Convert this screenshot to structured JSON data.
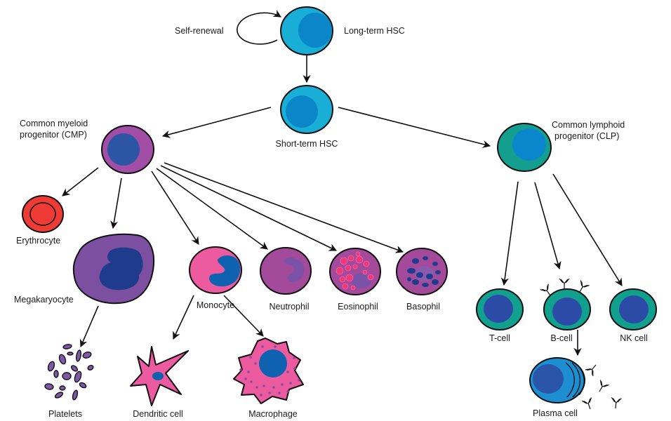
{
  "title": "Hematopoiesis lineage diagram",
  "colors": {
    "hsc_cyto": "#19aed6",
    "hsc_nuc": "#0b86c9",
    "cmp_cyto": "#a24ea7",
    "cmp_nuc": "#2c55a4",
    "clp_cyto": "#149e8e",
    "clp_nuc": "#0a86cc",
    "erythrocyte": "#ef3b35",
    "megakaryocyte_cyto": "#7d4fa0",
    "megakaryocyte_nuc": "#1f3b8c",
    "monocyte_cyto": "#ec5aa0",
    "monocyte_nuc": "#0e62b0",
    "granulocyte_cyto": "#a34a9b",
    "neutrophil_nuc": "#7a52a8",
    "eosinophil_granule": "#f0367c",
    "basophil_granule": "#1f3b8c",
    "lymphocyte_cyto": "#12a08e",
    "lymphocyte_nuc": "#2c4ba6",
    "plasma_cyto": "#1c8fd3",
    "plasma_nuc": "#2b55a8",
    "platelet": "#7d59a8",
    "dendritic": "#ec5aa0",
    "macrophage": "#ec5aa0",
    "macrophage_dot": "#8a4a98",
    "outline": "#111111"
  },
  "labels": {
    "self_renewal": "Self-renewal",
    "lt_hsc": "Long-term HSC",
    "st_hsc": "Short-term HSC",
    "cmp_line1": "Common myeloid",
    "cmp_line2": "progenitor (CMP)",
    "clp_line1": "Common lymphoid",
    "clp_line2": "progenitor (CLP)",
    "erythrocyte": "Erythrocyte",
    "megakaryocyte": "Megakaryocyte",
    "monocyte": "Monocyte",
    "neutrophil": "Neutrophil",
    "eosinophil": "Eosinophil",
    "basophil": "Basophil",
    "platelets": "Platelets",
    "dendritic_cell": "Dendritic cell",
    "macrophage": "Macrophage",
    "t_cell": "T-cell",
    "b_cell": "B-cell",
    "nk_cell": "NK cell",
    "plasma_cell": "Plasma cell"
  },
  "edges": [
    {
      "from": "lt_hsc",
      "to": "st_hsc"
    },
    {
      "from": "st_hsc",
      "to": "cmp"
    },
    {
      "from": "st_hsc",
      "to": "clp"
    },
    {
      "from": "cmp",
      "to": "erythrocyte"
    },
    {
      "from": "cmp",
      "to": "megakaryocyte"
    },
    {
      "from": "cmp",
      "to": "monocyte"
    },
    {
      "from": "cmp",
      "to": "neutrophil"
    },
    {
      "from": "cmp",
      "to": "eosinophil"
    },
    {
      "from": "cmp",
      "to": "basophil"
    },
    {
      "from": "megakaryocyte",
      "to": "platelets"
    },
    {
      "from": "monocyte",
      "to": "dendritic_cell"
    },
    {
      "from": "monocyte",
      "to": "macrophage"
    },
    {
      "from": "clp",
      "to": "t_cell"
    },
    {
      "from": "clp",
      "to": "b_cell"
    },
    {
      "from": "clp",
      "to": "nk_cell"
    },
    {
      "from": "b_cell",
      "to": "plasma_cell"
    }
  ]
}
